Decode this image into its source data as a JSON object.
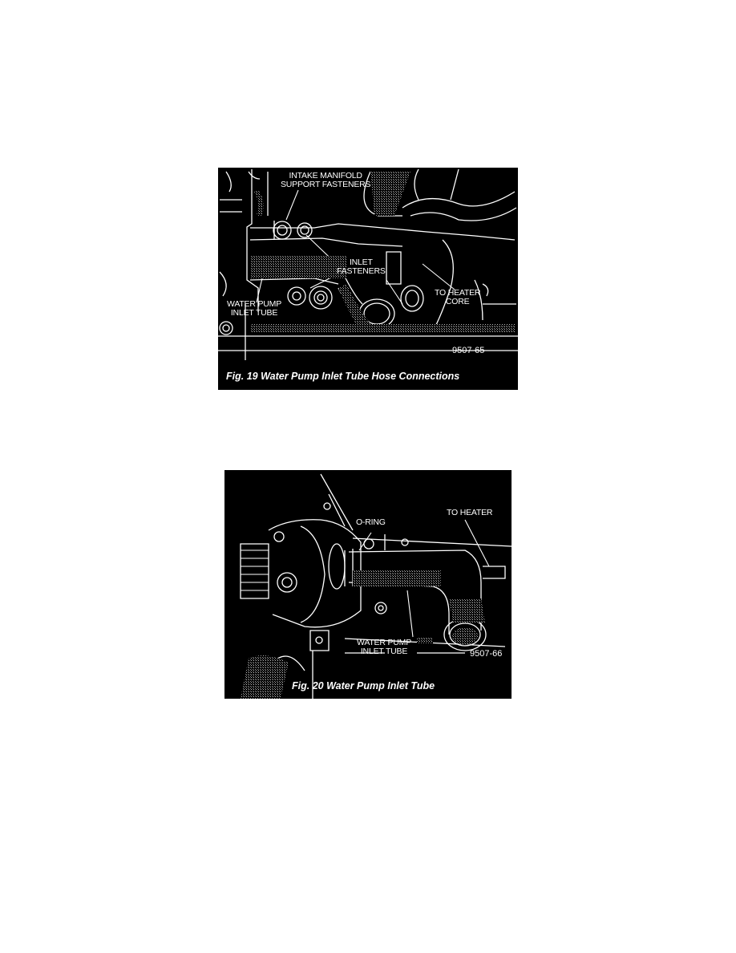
{
  "figures": [
    {
      "caption": "Fig. 19 Water Pump Inlet Tube Hose Connections",
      "figure_id": "9507-65",
      "labels": {
        "intake_manifold": "INTAKE MANIFOLD\nSUPPORT FASTENERS",
        "inlet_fasteners": "INLET\nFASTENERS",
        "water_pump_inlet_tube": "WATER PUMP\nINLET TUBE",
        "to_heater_core": "TO HEATER\nCORE"
      }
    },
    {
      "caption": "Fig. 20 Water Pump Inlet Tube",
      "figure_id": "9507-66",
      "labels": {
        "o_ring": "O-RING",
        "to_heater": "TO HEATER",
        "water_pump_inlet_tube": "WATER PUMP\nINLET TUBE"
      }
    }
  ]
}
